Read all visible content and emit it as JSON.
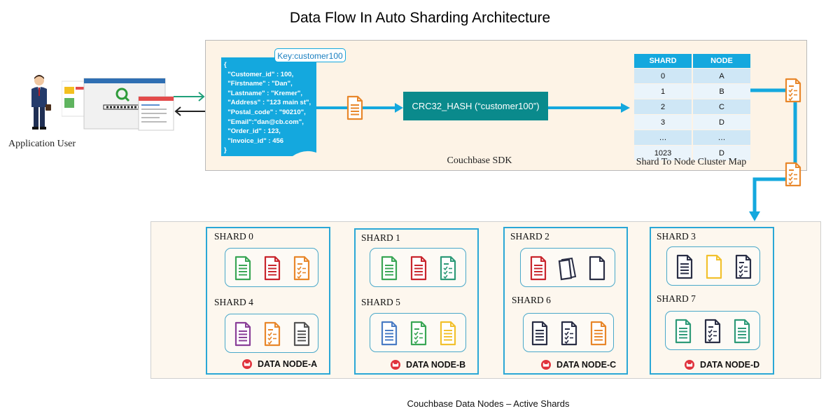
{
  "title": "Data Flow In Auto Sharding Architecture",
  "application_user_label": "Application User",
  "sdk": {
    "label": "Couchbase SDK",
    "key_tag": "Key:customer100",
    "json_document": "{\n  \"Customer_id\" : 100,\n  \"Firstname\" : \"Dan\",\n  \"Lastname\" : \"Kremer\",\n  \"Address\" : \"123 main st\",\n  \"Postal_code\" : \"90210\",\n  \"Email\":\"dan@cb.com\",\n  \"Order_id\" : 123,\n  \"Invoice_id\" : 456\n}",
    "hash_function": "CRC32_HASH (“customer100”)"
  },
  "cluster_map": {
    "label": "Shard To Node Cluster Map",
    "headers": [
      "SHARD",
      "NODE"
    ],
    "rows": [
      [
        "0",
        "A"
      ],
      [
        "1",
        "B"
      ],
      [
        "2",
        "C"
      ],
      [
        "3",
        "D"
      ],
      [
        "…",
        "…"
      ],
      [
        "1023",
        "D"
      ]
    ]
  },
  "data_nodes": [
    {
      "name": "DATA NODE-A",
      "shards": [
        "SHARD 0",
        "SHARD 4"
      ]
    },
    {
      "name": "DATA NODE-B",
      "shards": [
        "SHARD 1",
        "SHARD 5"
      ]
    },
    {
      "name": "DATA NODE-C",
      "shards": [
        "SHARD 2",
        "SHARD 6"
      ]
    },
    {
      "name": "DATA NODE-D",
      "shards": [
        "SHARD 3",
        "SHARD 7"
      ]
    }
  ],
  "caption": "Couchbase Data Nodes – Active Shards",
  "colors": {
    "accent_blue": "#14a8de",
    "hash_teal": "#0a8a8c",
    "sdk_background": "#fdf3e6",
    "doc_orange": "#e8872b",
    "doc_green": "#3aa655",
    "doc_red": "#c9252c",
    "doc_purple": "#8a3f98",
    "doc_gray": "#555555",
    "doc_blue": "#4a7cc4",
    "doc_yellow": "#f2c12e",
    "doc_navy": "#2a2e45",
    "doc_teal": "#2e9a78"
  }
}
